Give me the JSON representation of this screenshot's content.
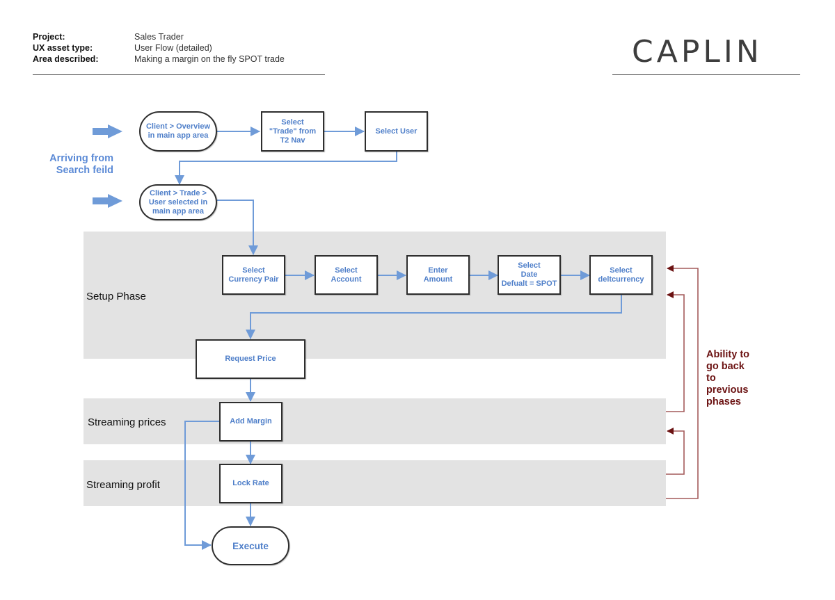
{
  "header": {
    "fields": [
      {
        "label": "Project:",
        "value": "Sales Trader"
      },
      {
        "label": "UX asset type:",
        "value": "User Flow (detailed)"
      },
      {
        "label": "Area described:",
        "value": "Making a margin on the fly SPOT trade"
      }
    ],
    "logo": "CAPLIN"
  },
  "entry_note": "Arriving from\nSearch feild",
  "lanes": [
    {
      "id": "setup",
      "label": "Setup Phase"
    },
    {
      "id": "streaming-prices",
      "label": "Streaming prices"
    },
    {
      "id": "streaming-profit",
      "label": "Streaming profit"
    }
  ],
  "nodes": {
    "client_overview": "Client > Overview\nin main app area",
    "select_trade": "Select\n\"Trade\" from\nT2 Nav",
    "select_user": "Select User",
    "client_trade": "Client > Trade >\nUser selected in\nmain app area",
    "select_currency_pair": "Select\nCurrency Pair",
    "select_account": "Select\nAccount",
    "enter_amount": "Enter\nAmount",
    "select_date": "Select\nDate\nDefualt = SPOT",
    "select_deltcurrency": "Select\ndeltcurrency",
    "request_price": "Request Price",
    "add_margin": "Add Margin",
    "lock_rate": "Lock Rate",
    "execute": "Execute"
  },
  "back_note": "Ability to\ngo back\nto\nprevious\nphases",
  "colors": {
    "flow_arrow": "#6f9bd8",
    "back_arrow": "#a35a5a",
    "back_arrowhead": "#6b1212",
    "node_text": "#4f7fc9",
    "lane_fill": "#e3e3e3"
  }
}
